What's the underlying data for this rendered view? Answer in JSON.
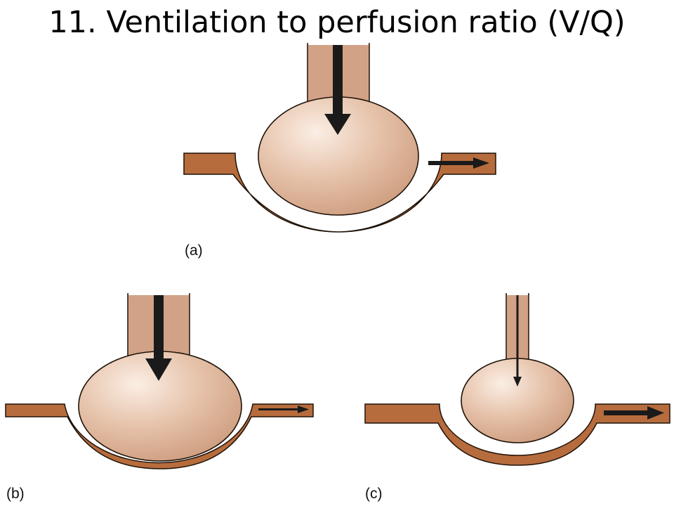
{
  "slide": {
    "title": "11. Ventilation to perfusion ratio (V/Q)"
  },
  "panels": [
    {
      "label": "(a)"
    },
    {
      "label": "(b)"
    },
    {
      "label": "(c)"
    }
  ],
  "colors": {
    "capillary": "#b76c3d",
    "capillary_edge": "#1e1208",
    "airway": "#d2a287",
    "alveolus_light": "#fbeee4",
    "alveolus_dark": "#c99474",
    "arrow": "#1a1a1a",
    "background": "#ffffff"
  }
}
